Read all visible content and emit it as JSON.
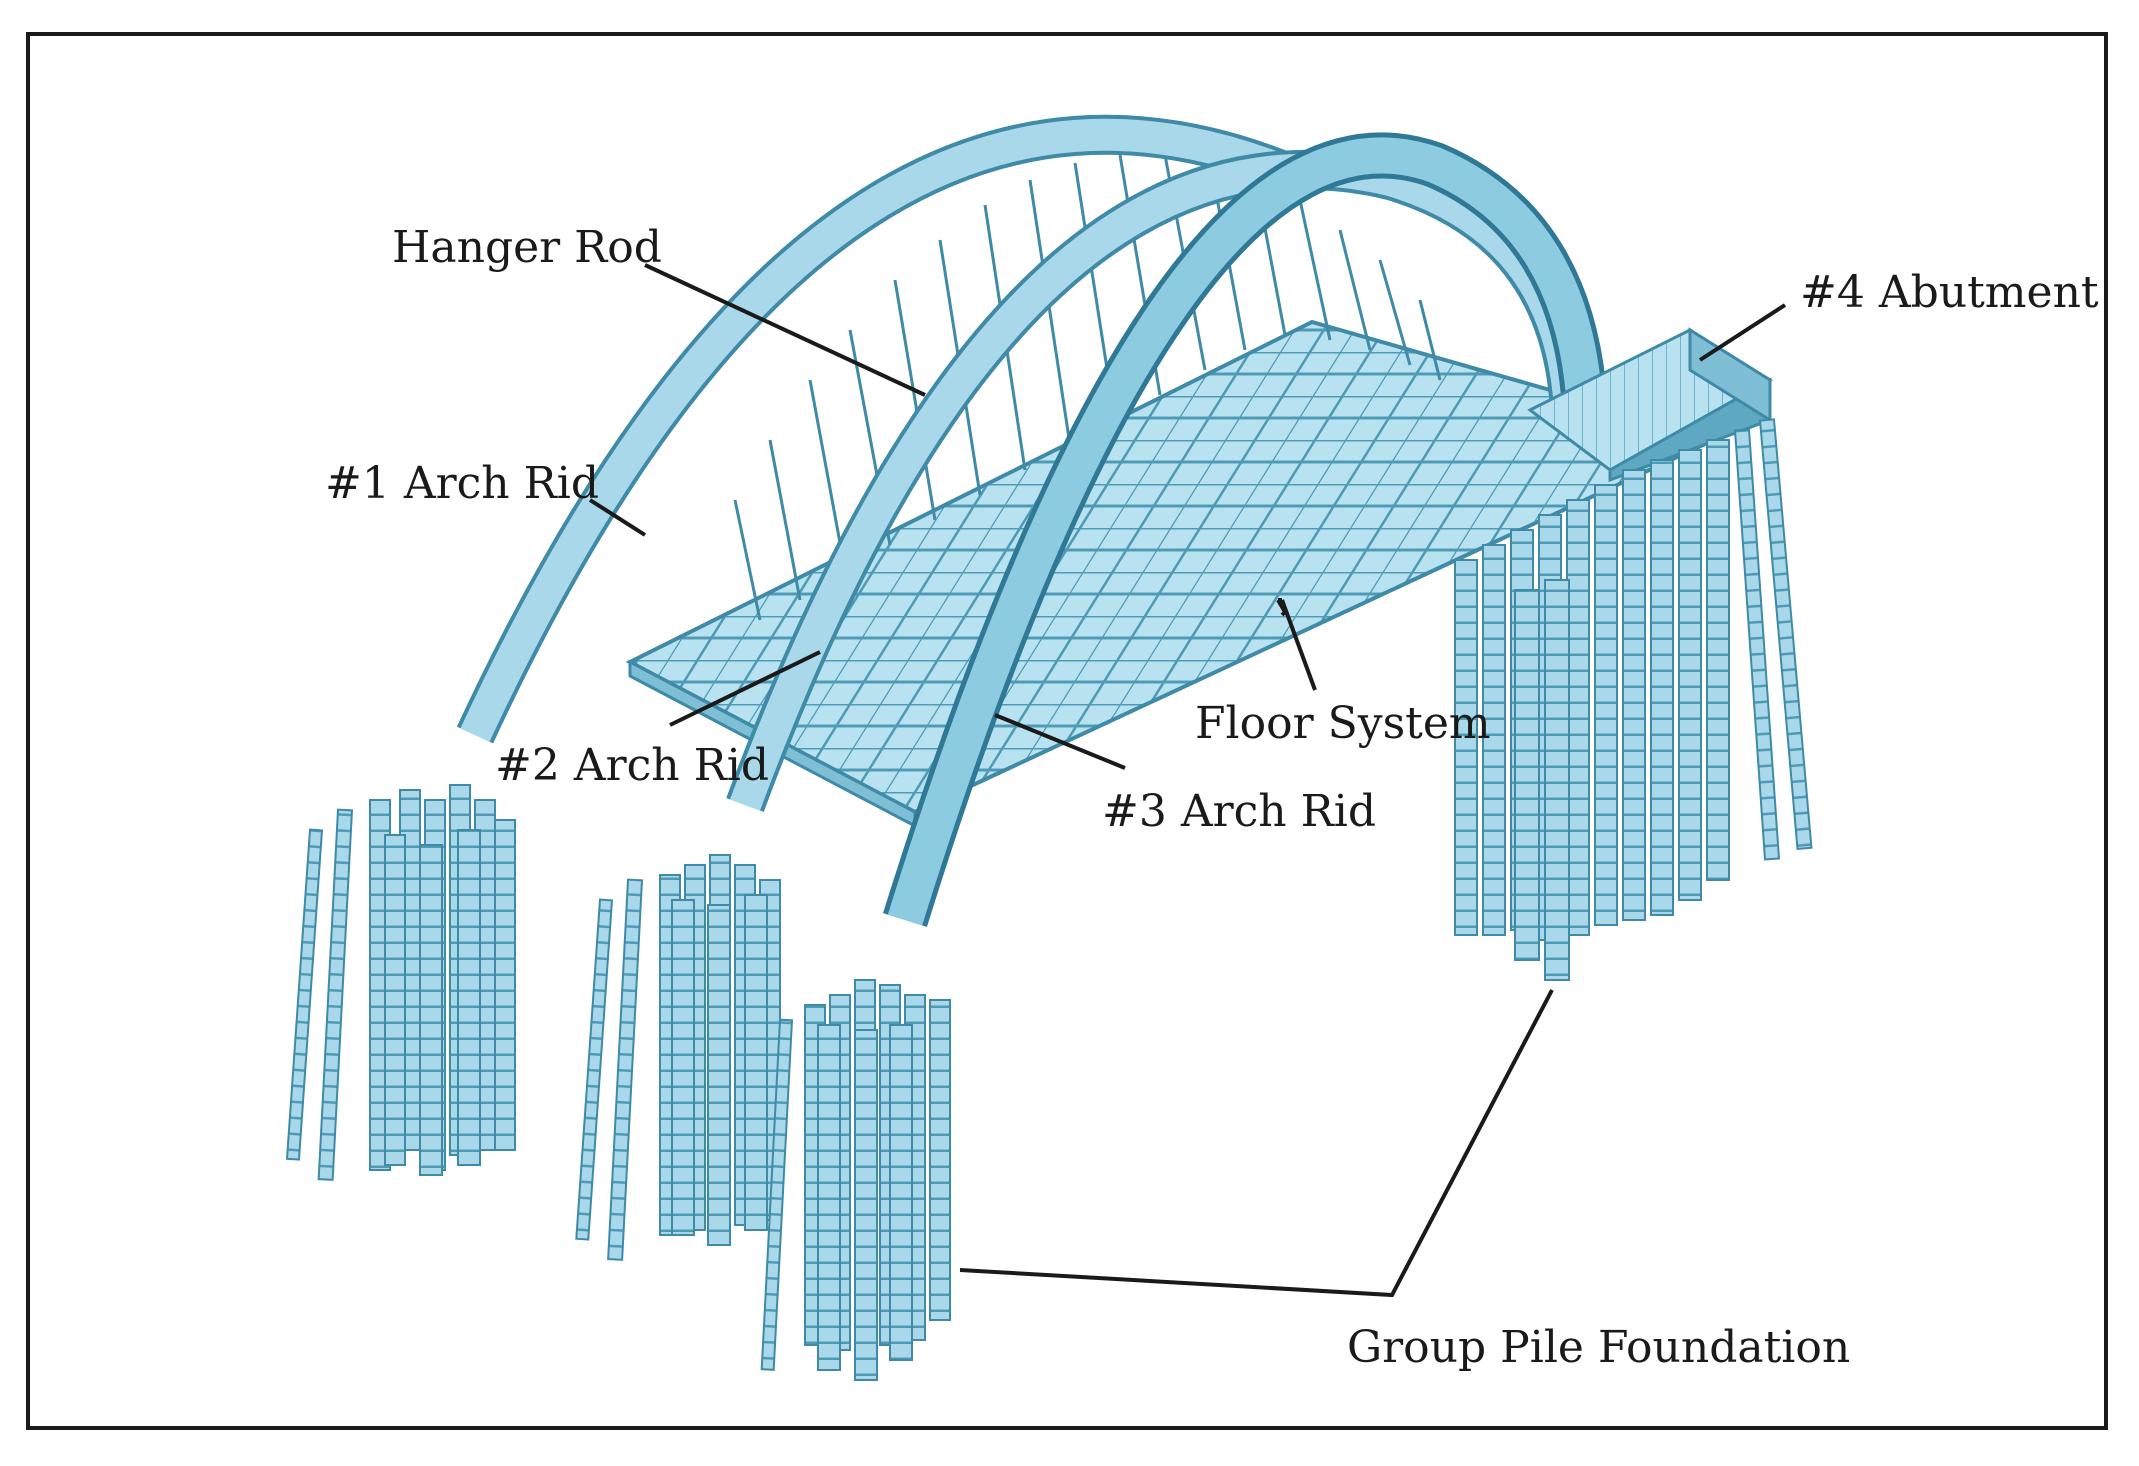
{
  "figure": {
    "labels": {
      "hanger_rod": "Hanger Rod",
      "arch_rib_1": "#1 Arch Rid",
      "arch_rib_2": "#2 Arch Rid",
      "arch_rib_3": "#3 Arch Rid",
      "abutment_4": "#4 Abutment",
      "floor_system": "Floor System",
      "group_pile_foundation": "Group Pile Foundation"
    },
    "colors": {
      "structure_fill": "#a8d8ea",
      "structure_dark": "#5fa8c2",
      "structure_line": "#3f8aa6",
      "leader_line": "#1a1a1a"
    }
  }
}
